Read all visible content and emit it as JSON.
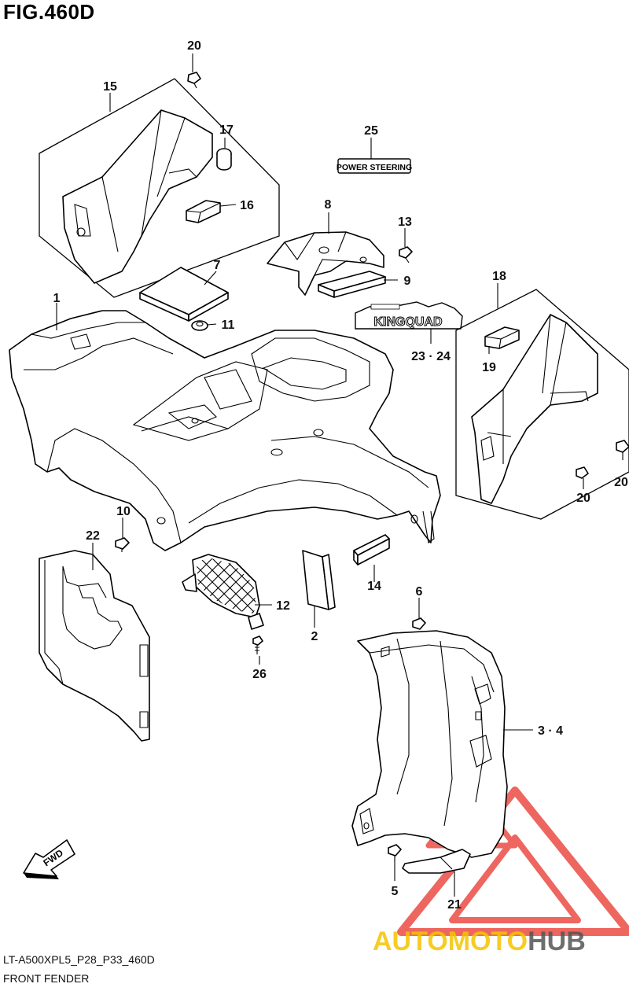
{
  "figure": {
    "title": "FIG.460D",
    "model_code": "LT-A500XPL5_P28_P33_460D",
    "section_name": "FRONT FENDER"
  },
  "callouts": [
    {
      "id": "c1",
      "label": "1"
    },
    {
      "id": "c2",
      "label": "2"
    },
    {
      "id": "c34",
      "label": "3 · 4"
    },
    {
      "id": "c5",
      "label": "5"
    },
    {
      "id": "c6",
      "label": "6"
    },
    {
      "id": "c7",
      "label": "7"
    },
    {
      "id": "c8",
      "label": "8"
    },
    {
      "id": "c9",
      "label": "9"
    },
    {
      "id": "c10",
      "label": "10"
    },
    {
      "id": "c11",
      "label": "11"
    },
    {
      "id": "c12",
      "label": "12"
    },
    {
      "id": "c13",
      "label": "13"
    },
    {
      "id": "c14",
      "label": "14"
    },
    {
      "id": "c15",
      "label": "15"
    },
    {
      "id": "c16",
      "label": "16"
    },
    {
      "id": "c17",
      "label": "17"
    },
    {
      "id": "c18",
      "label": "18"
    },
    {
      "id": "c19",
      "label": "19"
    },
    {
      "id": "c20a",
      "label": "20"
    },
    {
      "id": "c20b",
      "label": "20"
    },
    {
      "id": "c20c",
      "label": "20"
    },
    {
      "id": "c21",
      "label": "21"
    },
    {
      "id": "c22",
      "label": "22"
    },
    {
      "id": "c2324",
      "label": "23 · 24"
    },
    {
      "id": "c25",
      "label": "25"
    },
    {
      "id": "c26",
      "label": "26"
    }
  ],
  "decals": {
    "power_steering": "POWER STEERING",
    "kingquad": "KINGQUAD",
    "fwd": "FWD"
  },
  "watermark": {
    "part1": "AUTO",
    "part2": "MOTO",
    "part3": "HUB",
    "color_1": "#f5c400",
    "color_2": "#e8342a",
    "color_3": "#555555"
  }
}
